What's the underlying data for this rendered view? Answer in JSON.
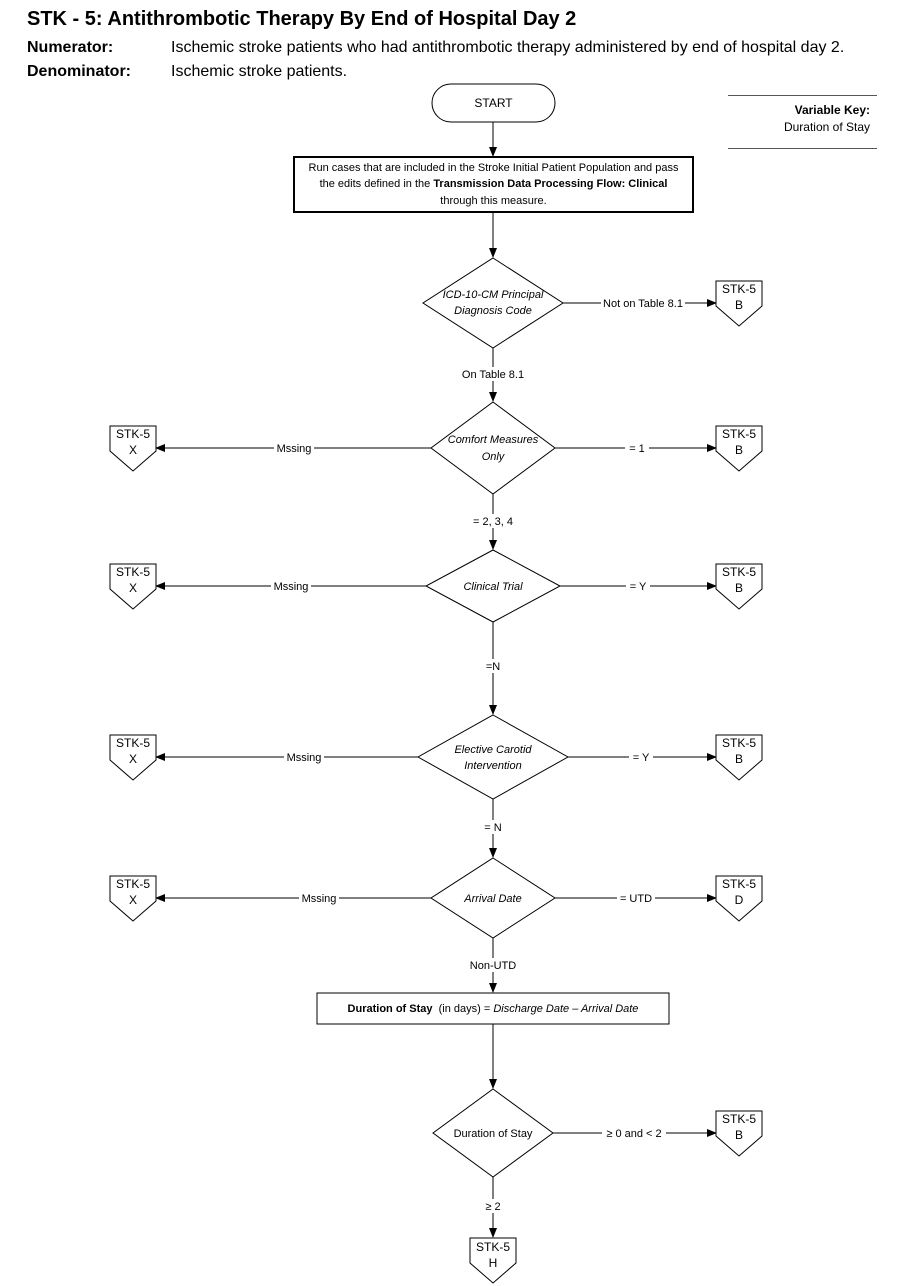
{
  "header": {
    "title": "STK - 5:  Antithrombotic Therapy By End of Hospital Day 2",
    "numerator_label": "Numerator:",
    "numerator_text": "Ischemic stroke patients who had antithrombotic therapy administered by end of hospital day 2.",
    "denominator_label": "Denominator:",
    "denominator_text": "Ischemic stroke patients."
  },
  "variable_key": {
    "title": "Variable  Key:",
    "items": [
      "Duration of Stay"
    ]
  },
  "flow": {
    "start": "START",
    "run_cases": {
      "line1": "Run cases that are included in the Stroke Initial Patient  Population and pass",
      "line2_pre": "the edits defined in the ",
      "line2_bold": "Transmission Data Processing Flow: Clinical",
      "line3": "through this measure."
    },
    "d1": {
      "line1": "ICD-10-CM Principal",
      "line2": "Diagnosis Code",
      "right_label": "Not on Table 8.1",
      "down_label": "On Table 8.1"
    },
    "d2": {
      "line1": "Comfort Measures",
      "line2": "Only",
      "left_label": "Mssing",
      "right_label": "= 1",
      "down_label": "= 2, 3, 4"
    },
    "d3": {
      "line1": "Clinical Trial",
      "left_label": "Mssing",
      "right_label": "= Y",
      "down_label": "=N"
    },
    "d4": {
      "line1": "Elective Carotid",
      "line2": "Intervention",
      "left_label": "Mssing",
      "right_label": "= Y",
      "down_label": "= N"
    },
    "d5": {
      "line1": "Arrival Date",
      "left_label": "Mssing",
      "right_label": "= UTD",
      "down_label": "Non-UTD"
    },
    "calc": {
      "bold": "Duration of Stay",
      "units": "  (in days) = ",
      "formula": "Discharge Date – Arrival Date"
    },
    "d6": {
      "line1": "Duration of Stay",
      "right_label": "≥ 0 and < 2",
      "down_label": "≥ 2"
    },
    "connectors": {
      "d1_right": {
        "line1": "STK-5",
        "line2": "B"
      },
      "d2_left": {
        "line1": "STK-5",
        "line2": "X"
      },
      "d2_right": {
        "line1": "STK-5",
        "line2": "B"
      },
      "d3_left": {
        "line1": "STK-5",
        "line2": "X"
      },
      "d3_right": {
        "line1": "STK-5",
        "line2": "B"
      },
      "d4_left": {
        "line1": "STK-5",
        "line2": "X"
      },
      "d4_right": {
        "line1": "STK-5",
        "line2": "B"
      },
      "d5_left": {
        "line1": "STK-5",
        "line2": "X"
      },
      "d5_right": {
        "line1": "STK-5",
        "line2": "D"
      },
      "d6_right": {
        "line1": "STK-5",
        "line2": "B"
      },
      "d6_down": {
        "line1": "STK-5",
        "line2": "H"
      }
    }
  }
}
